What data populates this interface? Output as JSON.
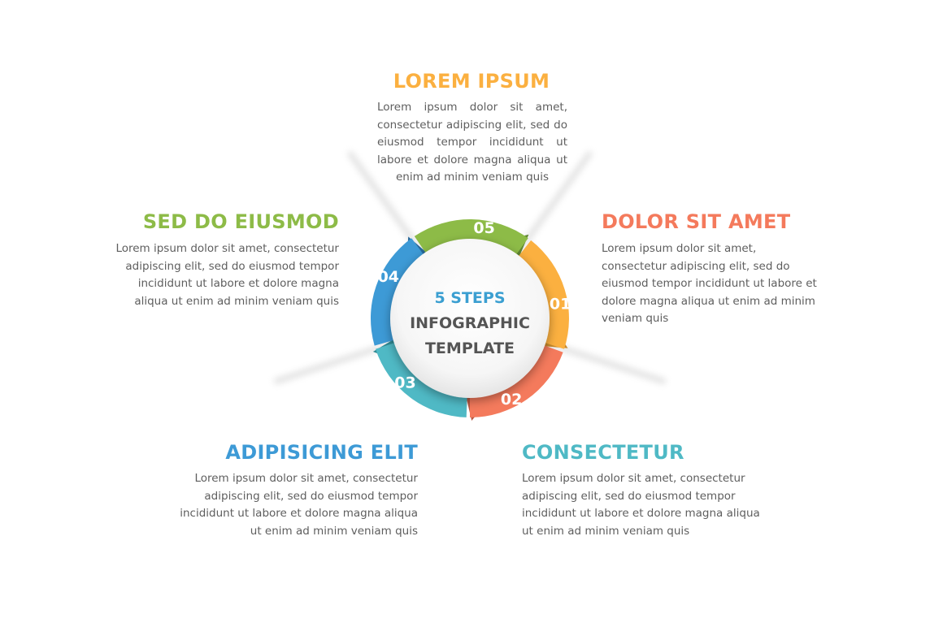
{
  "center": {
    "line1": "5 STEPS",
    "line2": "INFOGRAPHIC",
    "line3": "TEMPLATE",
    "accent_color": "#3b9fd1",
    "text_color": "#555555"
  },
  "steps": [
    {
      "number": "01",
      "title": "LOREM IPSUM",
      "text": "Lorem ipsum dolor sit amet, consectetur adipiscing elit, sed do eiusmod tempor incididunt ut labore et dolore magna aliqua ut enim ad minim veniam quis",
      "color": "#fbb040",
      "shade": "#c88a2c"
    },
    {
      "number": "02",
      "title": "DOLOR SIT AMET",
      "text": "Lorem ipsum dolor sit amet, consectetur adipiscing elit, sed do eiusmod tempor incididunt ut labore et dolore magna aliqua ut enim ad minim veniam quis",
      "color": "#f47a5c",
      "shade": "#b95a43"
    },
    {
      "number": "03",
      "title": "CONSECTETUR",
      "text": "Lorem ipsum dolor sit amet, consectetur adipiscing elit, sed do eiusmod tempor incididunt ut labore et dolore magna aliqua ut enim ad minim veniam quis",
      "color": "#4fb9c5",
      "shade": "#2f8a94"
    },
    {
      "number": "04",
      "title": "ADIPISICING ELIT",
      "text": "Lorem ipsum dolor sit amet, consectetur adipiscing elit, sed do eiusmod tempor incididunt ut labore et dolore magna aliqua ut enim ad minim veniam quis",
      "color": "#3d9ad6",
      "shade": "#28689a"
    },
    {
      "number": "05",
      "title": "SED DO EIUSMOD",
      "text": "Lorem ipsum dolor sit amet, consectetur adipiscing elit, sed do eiusmod tempor incididunt ut labore et dolore magna aliqua ut enim ad minim veniam quis",
      "color": "#8dbb47",
      "shade": "#5f8431"
    }
  ]
}
